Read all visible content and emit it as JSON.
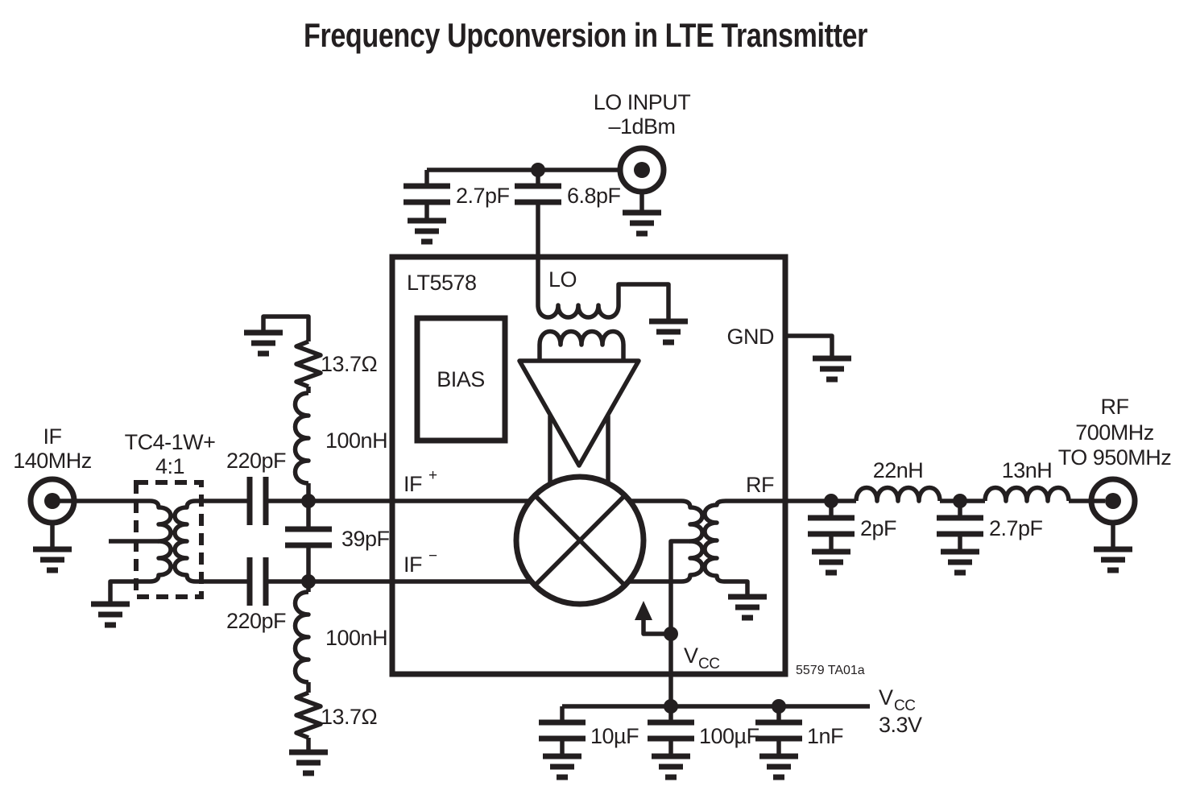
{
  "title": "Frequency Upconversion in LTE Transmitter",
  "note": "5579 TA01a",
  "colors": {
    "chip_fill": "#e8c5be",
    "stroke": "#231f20",
    "background": "#ffffff"
  },
  "chip": {
    "name": "LT5578",
    "bias": "BIAS",
    "pin_lo": "LO",
    "pin_gnd": "GND",
    "pin_rf": "RF",
    "pin_if_base": "IF",
    "pin_if_plus_sup": "+",
    "pin_if_minus_sup": "−",
    "pin_vcc_base": "V",
    "pin_vcc_sub": "CC"
  },
  "lo_input": {
    "line1": "LO INPUT",
    "line2": "–1dBm",
    "shunt_cap": "2.7pF",
    "series_cap": "6.8pF"
  },
  "if_input": {
    "line1": "IF",
    "line2": "140MHz",
    "transformer": "TC4-1W+",
    "ratio": "4:1",
    "top_coupling_cap": "220pF",
    "bottom_coupling_cap": "220pF",
    "shunt_cap": "39pF",
    "top_resistor": "13.7Ω",
    "bottom_resistor": "13.7Ω",
    "top_inductor": "100nH",
    "bottom_inductor": "100nH"
  },
  "rf_output": {
    "line1": "RF",
    "line2": "700MHz",
    "line3": "TO 950MHz",
    "series_ind1": "22nH",
    "series_ind2": "13nH",
    "shunt_cap1": "2pF",
    "shunt_cap2": "2.7pF"
  },
  "supply": {
    "rail_base": "V",
    "rail_sub": "CC",
    "rail_voltage": "3.3V",
    "cap1": "10µF",
    "cap2": "100µF",
    "cap3": "1nF"
  }
}
